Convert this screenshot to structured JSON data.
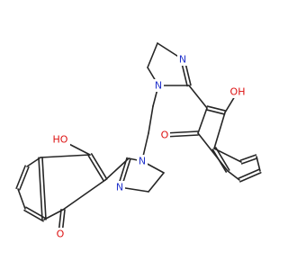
{
  "molecule": {
    "atoms": [
      {
        "id": "N1",
        "label": "N"
      },
      {
        "id": "N2",
        "label": "N"
      },
      {
        "id": "N3",
        "label": "N"
      },
      {
        "id": "N4",
        "label": "N"
      },
      {
        "id": "O1",
        "label": "OH"
      },
      {
        "id": "O2",
        "label": "O"
      },
      {
        "id": "O3",
        "label": "HO"
      },
      {
        "id": "O4",
        "label": "O"
      }
    ],
    "colors": {
      "bond": "#262626",
      "nitrogen": "#2233cc",
      "oxygen": "#dd1111"
    }
  }
}
